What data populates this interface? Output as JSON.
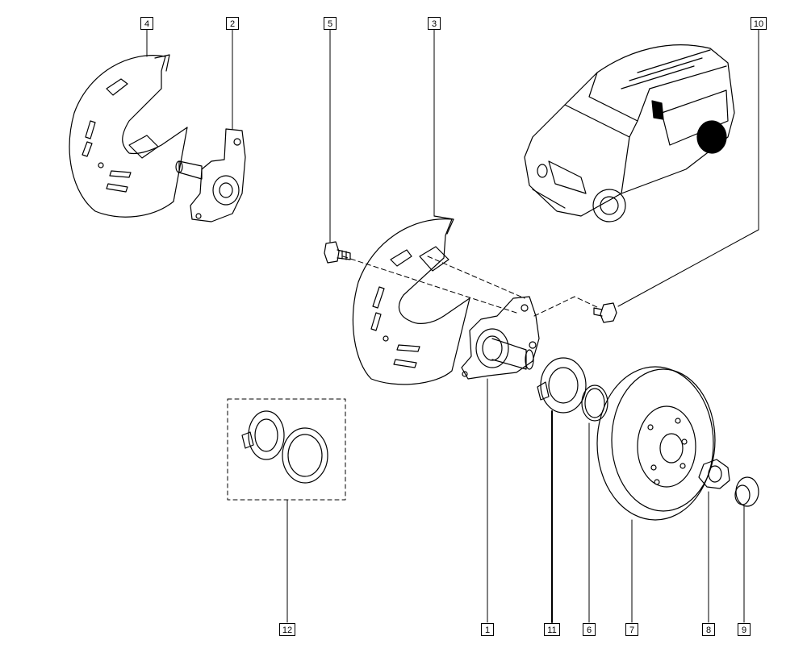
{
  "callouts": [
    {
      "id": "c4",
      "label": "4"
    },
    {
      "id": "c2",
      "label": "2"
    },
    {
      "id": "c5",
      "label": "5"
    },
    {
      "id": "c3",
      "label": "3"
    },
    {
      "id": "c10",
      "label": "10"
    },
    {
      "id": "c12",
      "label": "12"
    },
    {
      "id": "c1",
      "label": "1"
    },
    {
      "id": "c11",
      "label": "11"
    },
    {
      "id": "c6",
      "label": "6"
    },
    {
      "id": "c7",
      "label": "7"
    },
    {
      "id": "c8",
      "label": "8"
    },
    {
      "id": "c9",
      "label": "9"
    }
  ]
}
